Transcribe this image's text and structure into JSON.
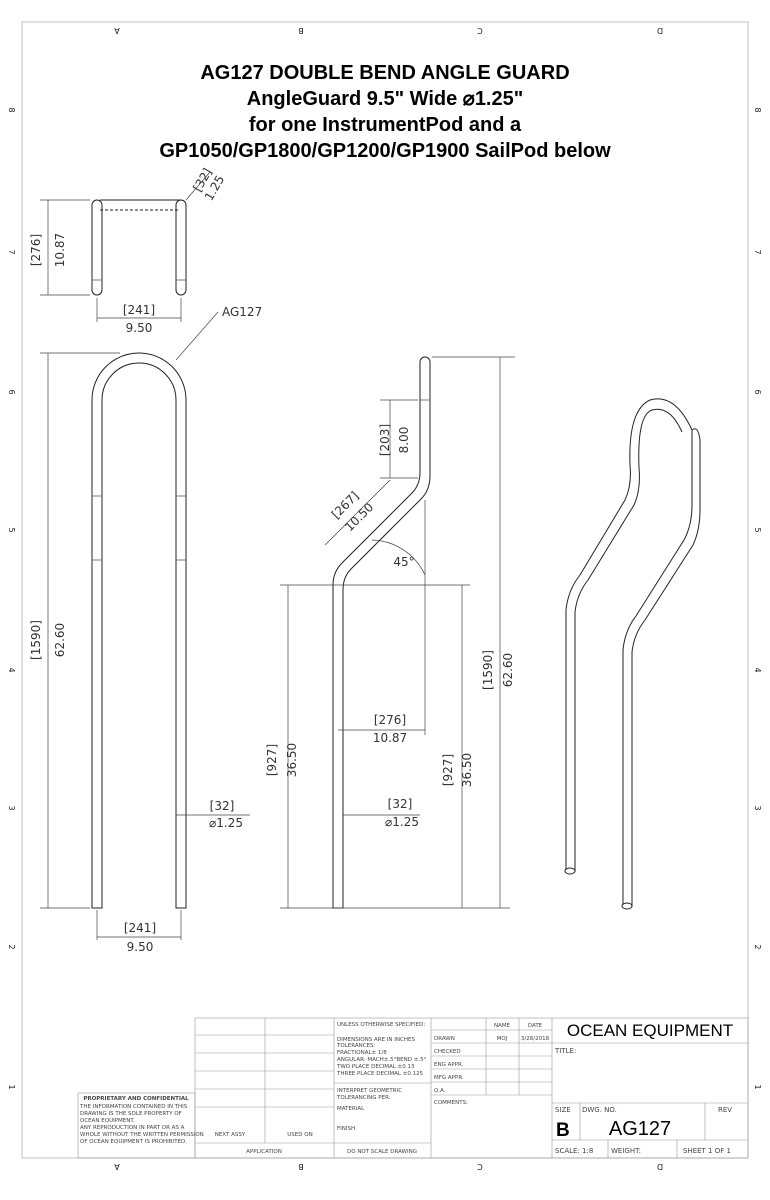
{
  "title": {
    "line1": "AG127 DOUBLE BEND ANGLE GUARD",
    "line2": "AngleGuard 9.5\" Wide  ⌀1.25\"",
    "line3": "for one InstrumentPod and a",
    "line4": "GP1050/GP1800/GP1200/GP1900 SailPod below"
  },
  "zones": {
    "columns": [
      "A",
      "B",
      "C",
      "D"
    ],
    "rows": [
      "8",
      "7",
      "6",
      "5",
      "4",
      "3",
      "2",
      "1"
    ]
  },
  "top_view": {
    "dia_mm": "[32]",
    "dia_in": "1.25",
    "depth_mm": "[276]",
    "depth_in": "10.87",
    "width_mm": "[241]",
    "width_in": "9.50"
  },
  "front_view": {
    "part_label": "AG127",
    "height_mm": "[1590]",
    "height_in": "62.60",
    "dia_mm": "[32]",
    "dia_in": "⌀1.25",
    "width_mm": "[241]",
    "width_in": "9.50"
  },
  "side_view": {
    "top_mm": "[203]",
    "top_in": "8.00",
    "diag_mm": "[267]",
    "diag_in": "10.50",
    "angle": "45°",
    "offset_mm": "[276]",
    "offset_in": "10.87",
    "lower_mm": "[927]",
    "lower_in": "36.50",
    "height_mm": "[1590]",
    "height_in": "62.60",
    "dia_mm": "[32]",
    "dia_in": "⌀1.25"
  },
  "title_block": {
    "proprietary_heading": "PROPRIETARY AND CONFIDENTIAL",
    "proprietary_text": [
      "THE INFORMATION CONTAINED IN THIS",
      "DRAWING IS THE SOLE PROPERTY OF",
      "OCEAN EQUIPMENT.",
      "ANY REPRODUCTION IN PART OR AS A",
      "WHOLE WITHOUT THE WRITTEN PERMISSION",
      "OF OCEAN EQUIPMENT IS PROHIBITED."
    ],
    "next_assy": "NEXT ASSY",
    "used_on": "USED ON",
    "application": "APPLICATION",
    "unless": "UNLESS OTHERWISE SPECIFIED:",
    "tolerances": [
      "DIMENSIONS ARE IN INCHES",
      "TOLERANCES:",
      "FRACTIONAL± 1/8",
      "ANGULAR: MACH±.5°BEND ±.5°",
      "TWO PLACE DECIMAL   ±0.13",
      "THREE PLACE DECIMAL  ±0.125"
    ],
    "interpret": [
      "INTERPRET GEOMETRIC",
      "TOLERANCING PER:"
    ],
    "material": "MATERIAL",
    "finish": "FINISH",
    "do_not_scale": "DO NOT SCALE DRAWING",
    "name_header": "NAME",
    "date_header": "DATE",
    "rows": [
      {
        "label": "DRAWN",
        "name": "MOJ",
        "date": "3/28/2018"
      },
      {
        "label": "CHECKED",
        "name": "",
        "date": ""
      },
      {
        "label": "ENG APPR.",
        "name": "",
        "date": ""
      },
      {
        "label": "MFG APPR.",
        "name": "",
        "date": ""
      },
      {
        "label": "Q.A.",
        "name": "",
        "date": ""
      }
    ],
    "comments": "COMMENTS:",
    "company": "OCEAN EQUIPMENT",
    "title_label": "TITLE:",
    "size_label": "SIZE",
    "size": "B",
    "dwg_no_label": "DWG.  NO.",
    "dwg_no": "AG127",
    "rev_label": "REV",
    "scale": "SCALE: 1:8",
    "weight": "WEIGHT:",
    "sheet": "SHEET 1 OF 1"
  }
}
